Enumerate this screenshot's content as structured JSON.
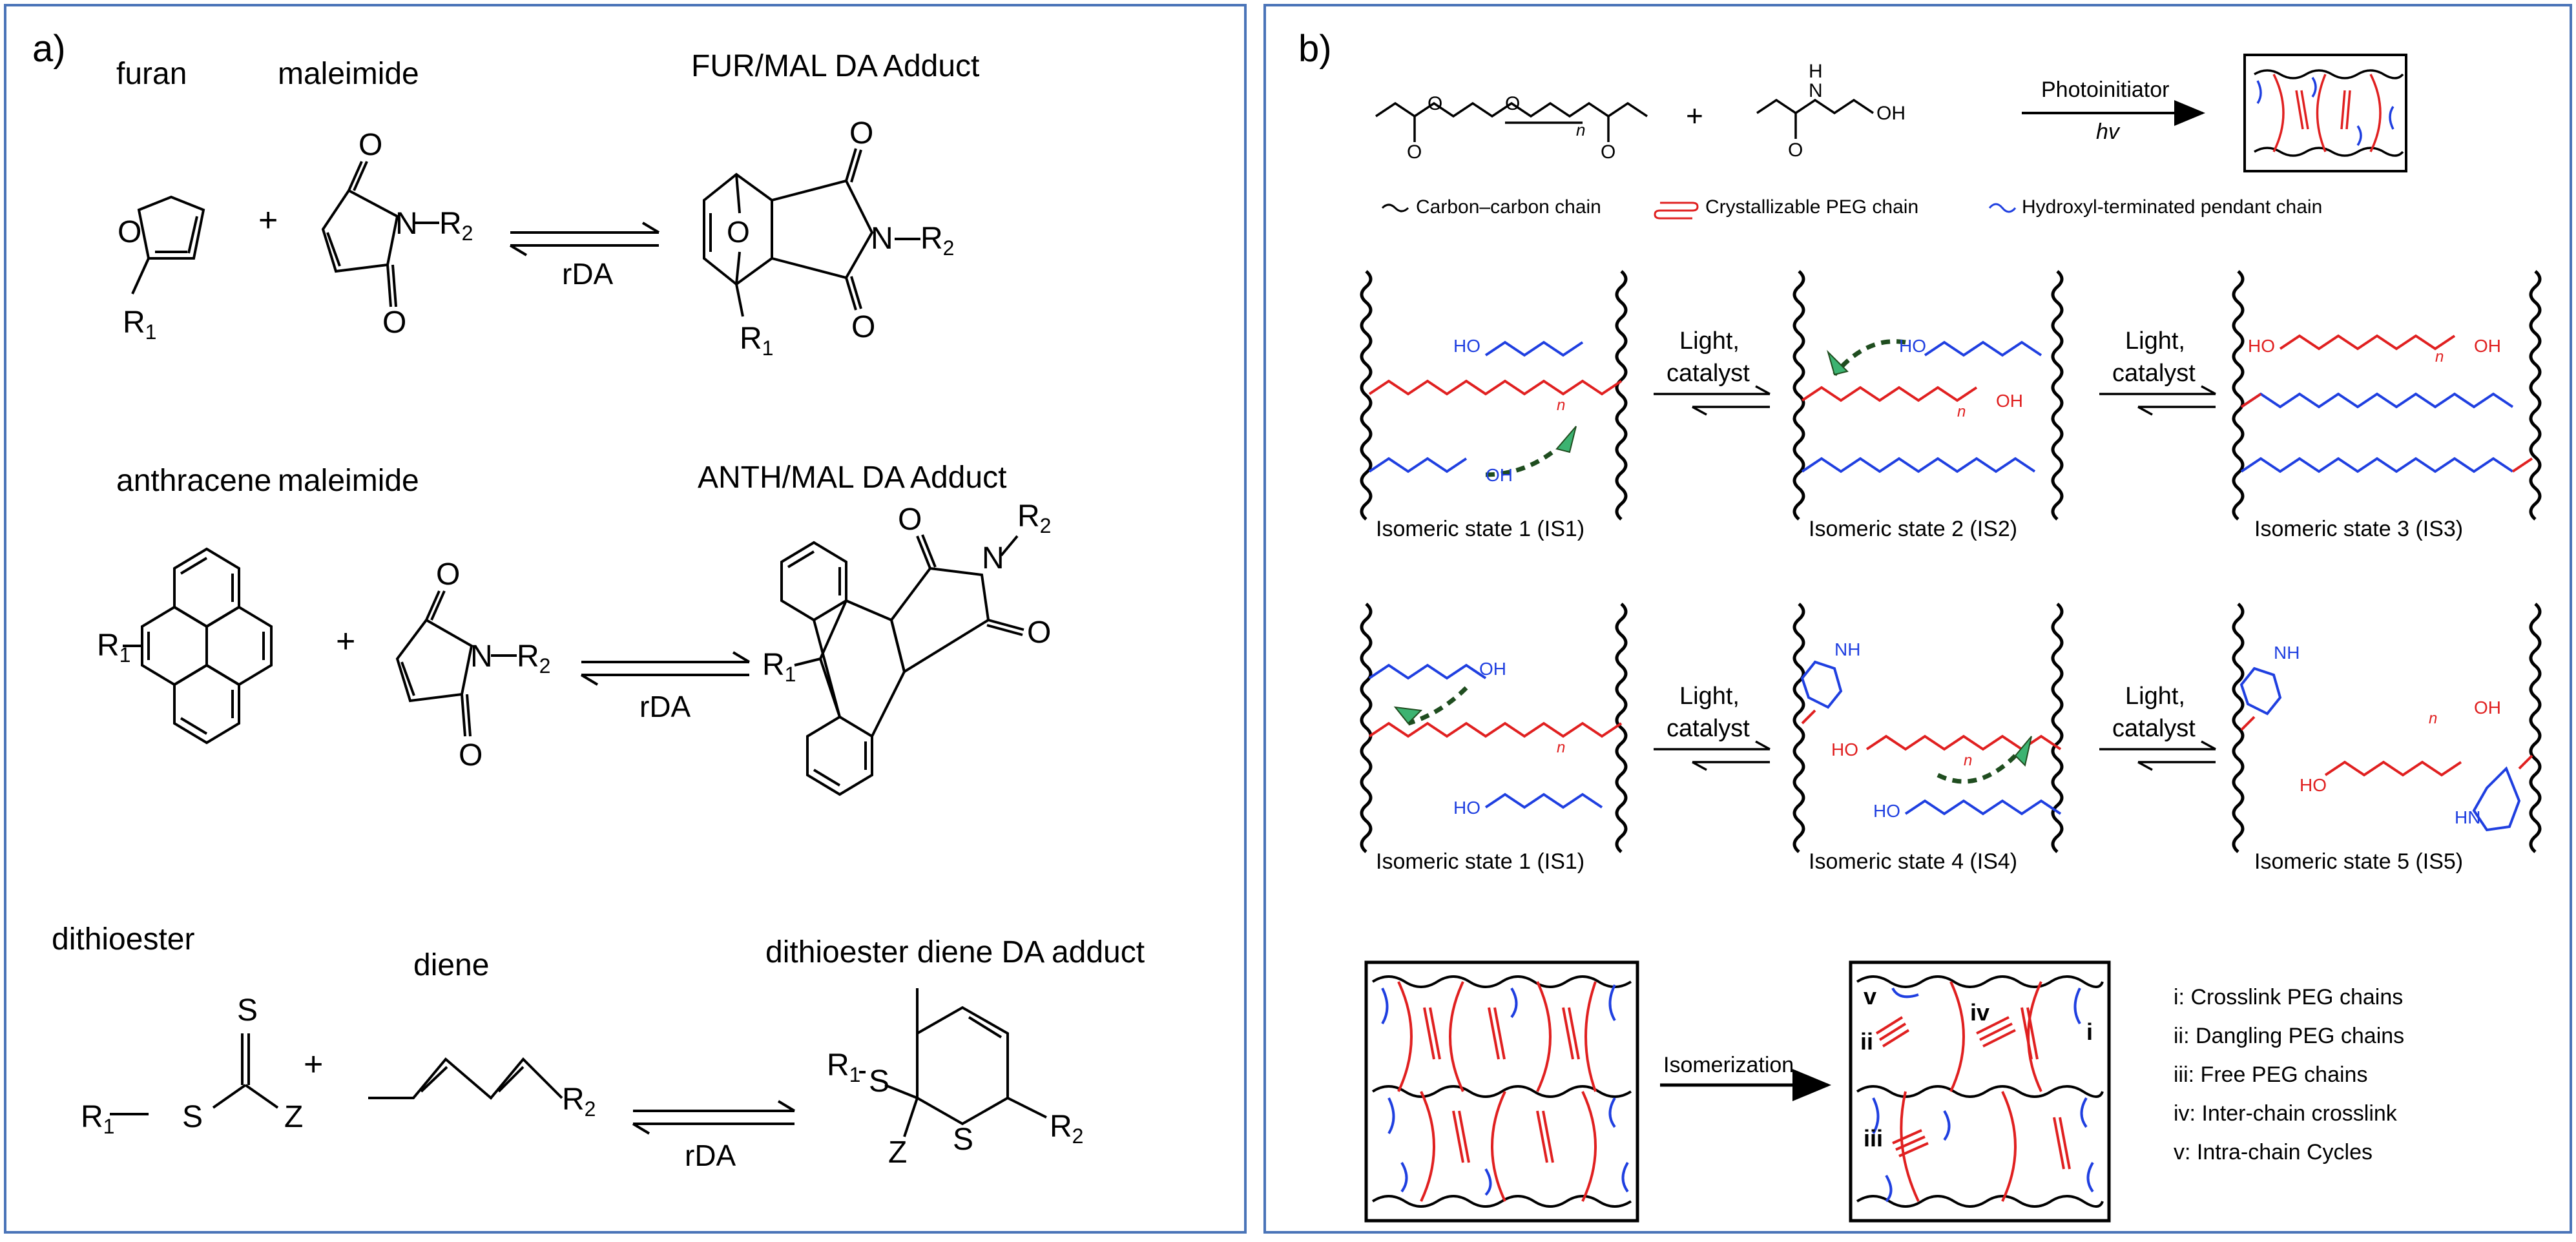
{
  "panel_a": {
    "label": "a)",
    "row1": {
      "label1": "furan",
      "label2": "maleimide",
      "product": "FUR/MAL DA Adduct",
      "arrow": "rDA"
    },
    "row2": {
      "label1": "anthracene",
      "label2": "maleimide",
      "product": "ANTH/MAL DA Adduct",
      "arrow": "rDA"
    },
    "row3": {
      "label1": "dithioester",
      "label2": "diene",
      "product": "dithioester diene DA adduct",
      "arrow": "rDA"
    },
    "atoms": {
      "O": "O",
      "N": "N",
      "S": "S",
      "Z": "Z",
      "R1": "R",
      "R2": "R",
      "sub1": "1",
      "sub2": "2",
      "dash_R2": "–R",
      "R1_dash": "R",
      "plus": "+"
    }
  },
  "panel_b": {
    "label": "b)",
    "reaction": {
      "reagent": "Photoinitiator",
      "hv": "hv",
      "plus": "+",
      "n": "n",
      "O": "O",
      "H": "H",
      "N": "N",
      "OH": "OH"
    },
    "legend": [
      {
        "text": "Carbon–carbon chain",
        "color": "#000000"
      },
      {
        "text": "Crystallizable PEG chain",
        "color": "#e02020"
      },
      {
        "text": "Hydroxyl-terminated pendant chain",
        "color": "#1f3fe0"
      }
    ],
    "row1": {
      "states": [
        "Isomeric state 1 (IS1)",
        "Isomeric state 2 (IS2)",
        "Isomeric state 3 (IS3)"
      ],
      "arrow_top": "Light,",
      "arrow_bottom": "catalyst"
    },
    "row2": {
      "states": [
        "Isomeric state 1 (IS1)",
        "Isomeric state 4 (IS4)",
        "Isomeric state 5 (IS5)"
      ],
      "arrow_top": "Light,",
      "arrow_bottom": "catalyst"
    },
    "atoms": {
      "HO": "HO",
      "OH": "OH",
      "O": "O",
      "H": "H",
      "N": "N",
      "NH": "NH",
      "HN": "HN",
      "n": "n"
    },
    "isomerization": "Isomerization",
    "roman": [
      "i",
      "ii",
      "iii",
      "iv",
      "v"
    ],
    "notes": [
      "i: Crosslink PEG chains",
      "ii: Dangling PEG chains",
      "iii: Free PEG chains",
      "iv: Inter-chain crosslink",
      "v: Intra-chain Cycles"
    ],
    "colors": {
      "carbon": "#000000",
      "peg": "#e02020",
      "pendant": "#1f3fe0",
      "dashed": "#1f4d1f",
      "frame": "#4a74b8"
    }
  }
}
